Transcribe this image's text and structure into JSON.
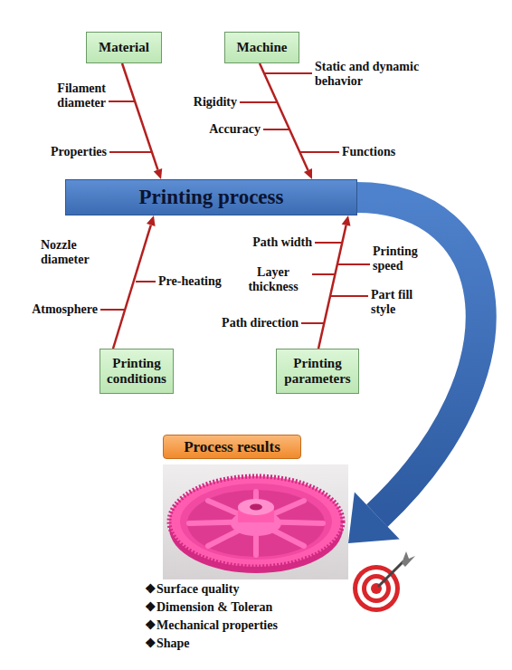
{
  "diagram": {
    "nodes": [
      {
        "text": [
          "Material"
        ]
      },
      {
        "text": [
          "Machine"
        ]
      },
      {
        "text": [
          "Printing process"
        ]
      },
      {
        "text": [
          "Printing conditions"
        ]
      },
      {
        "text": [
          "Printing parameters"
        ]
      },
      {
        "text": [
          "Process results"
        ]
      }
    ],
    "edges": [
      {
        "from": 0,
        "to": 2,
        "arrow": "to"
      },
      {
        "from": 1,
        "to": 2,
        "arrow": "to"
      },
      {
        "from": 3,
        "to": 2,
        "arrow": "to"
      },
      {
        "from": 4,
        "to": 2,
        "arrow": "to"
      },
      {
        "from": 2,
        "to": 5,
        "arrow": "to"
      }
    ],
    "labels": [
      "Filament diameter",
      "Properties",
      "Static and dynamic behavior",
      "Rigidity",
      "Accuracy",
      "Functions",
      "Nozzle diameter",
      "Pre-heating",
      "Atmosphere",
      "Path width",
      "Layer thickness",
      "Path direction",
      "Printing speed",
      "Part fill style",
      "❖Surface quality",
      "❖Dimension & Toleran",
      "❖Mechanical properties",
      "❖Shape"
    ]
  }
}
